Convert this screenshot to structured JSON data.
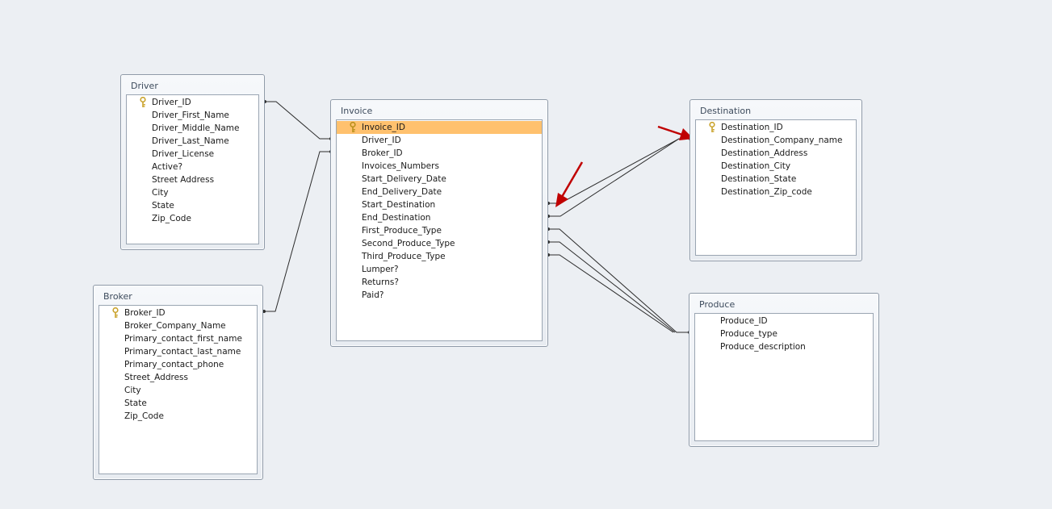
{
  "colors": {
    "background": "#eceff3",
    "selected_row": "#ffc16e",
    "relationship_line": "#2b2b2b",
    "annotation_arrow": "#c00000",
    "key_icon": "#d6b22a"
  },
  "icons": {
    "primary_key": "key-icon"
  },
  "tables": {
    "driver": {
      "title": "Driver",
      "fields": [
        "Driver_ID",
        "Driver_First_Name",
        "Driver_Middle_Name",
        "Driver_Last_Name",
        "Driver_License",
        "Active?",
        "Street Address",
        "City",
        "State",
        "Zip_Code"
      ]
    },
    "broker": {
      "title": "Broker",
      "fields": [
        "Broker_ID",
        "Broker_Company_Name",
        "Primary_contact_first_name",
        "Primary_contact_last_name",
        "Primary_contact_phone",
        "Street_Address",
        "City",
        "State",
        "Zip_Code"
      ]
    },
    "invoice": {
      "title": "Invoice",
      "fields": [
        "Invoice_ID",
        "Driver_ID",
        "Broker_ID",
        "Invoices_Numbers",
        "Start_Delivery_Date",
        "End_Delivery_Date",
        "Start_Destination",
        "End_Destination",
        "First_Produce_Type",
        "Second_Produce_Type",
        "Third_Produce_Type",
        "Lumper?",
        "Returns?",
        "Paid?"
      ],
      "selected_field": "Invoice_ID"
    },
    "destination": {
      "title": "Destination",
      "fields": [
        "Destination_ID",
        "Destination_Company_name",
        "Destination_Address",
        "Destination_City",
        "Destination_State",
        "Destination_Zip_code"
      ]
    },
    "produce": {
      "title": "Produce",
      "fields": [
        "Produce_ID",
        "Produce_type",
        "Produce_description"
      ]
    }
  }
}
